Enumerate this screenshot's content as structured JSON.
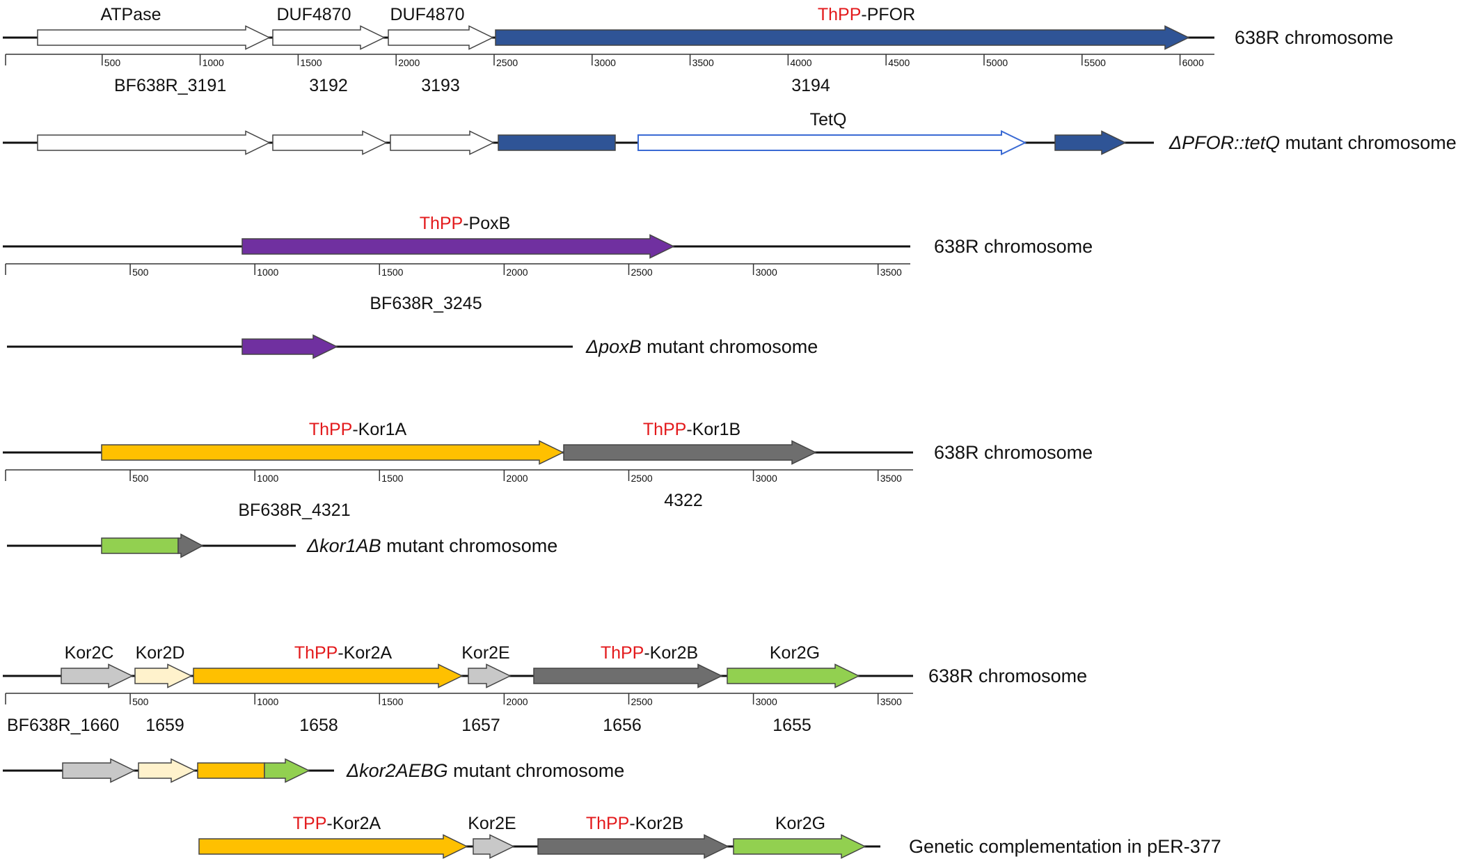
{
  "colors": {
    "backbone": "#111111",
    "outline": "#444444",
    "red_prefix": "#e31a1c",
    "white": "#ffffff",
    "navy": "#2f5496",
    "tetq_fill": "#ffffff",
    "tetq_stroke": "#3a6ad4",
    "purple": "#7030a0",
    "green_light": "#92d050",
    "orange": "#ffc000",
    "dark_gray": "#6e6e6e",
    "light_gray": "#c8c8c8",
    "cream": "#fff2cc"
  },
  "tracks": [
    {
      "id": "pfor-wt",
      "side_label": "638R chromosome",
      "genes": [
        {
          "id": "atpase",
          "label": "ATPase",
          "color": "white",
          "arrow": true
        },
        {
          "id": "duf4870-a",
          "label": "DUF4870",
          "color": "white",
          "arrow": true
        },
        {
          "id": "duf4870-b",
          "label": "DUF4870",
          "color": "white",
          "arrow": true
        },
        {
          "id": "pfor",
          "prefix": "ThPP",
          "label": "-PFOR",
          "color": "navy",
          "arrow": true
        }
      ],
      "ruler": {
        "ticks": [
          "500",
          "1000",
          "1500",
          "2000",
          "2500",
          "3000",
          "3500",
          "4000",
          "4500",
          "5000",
          "5500",
          "6000"
        ]
      },
      "locus_tags": [
        "BF638R_3191",
        "3192",
        "3193",
        "3194"
      ]
    },
    {
      "id": "pfor-mut",
      "side_label_italic": "ΔPFOR::tetQ",
      "side_label": " mutant chromosome",
      "genes": [
        {
          "id": "atpase-m",
          "color": "white",
          "arrow": true
        },
        {
          "id": "duf-m1",
          "color": "white",
          "arrow": true
        },
        {
          "id": "duf-m2",
          "color": "white",
          "arrow": true
        },
        {
          "id": "pfor-5p",
          "color": "navy",
          "arrow": false
        },
        {
          "id": "tetq",
          "label": "TetQ",
          "color": "tetq",
          "arrow": true
        },
        {
          "id": "pfor-3p",
          "color": "navy",
          "arrow": true
        }
      ]
    },
    {
      "id": "poxb-wt",
      "side_label": "638R chromosome",
      "genes": [
        {
          "id": "poxb",
          "prefix": "ThPP",
          "label": "-PoxB",
          "color": "purple",
          "arrow": true
        }
      ],
      "ruler": {
        "ticks": [
          "500",
          "1000",
          "1500",
          "2000",
          "2500",
          "3000",
          "3500"
        ]
      },
      "locus_tags": [
        "BF638R_3245"
      ]
    },
    {
      "id": "poxb-mut",
      "side_label_italic": "ΔpoxB",
      "side_label": " mutant  chromosome",
      "genes": [
        {
          "id": "poxb-m",
          "color": "purple",
          "arrow": true
        }
      ]
    },
    {
      "id": "kor1-wt",
      "side_label": "638R chromosome",
      "genes": [
        {
          "id": "kor1a",
          "prefix": "ThPP",
          "label": "-Kor1A",
          "color": "orange",
          "arrow": true
        },
        {
          "id": "kor1b",
          "prefix": "ThPP",
          "label": "-Kor1B",
          "color": "dark_gray",
          "arrow": true
        }
      ],
      "ruler": {
        "ticks": [
          "500",
          "1000",
          "1500",
          "2000",
          "2500",
          "3000",
          "3500"
        ]
      },
      "locus_tags": [
        "BF638R_4321",
        "4322"
      ]
    },
    {
      "id": "kor1-mut",
      "side_label_italic": "Δkor1AB",
      "side_label": " mutant chromosome",
      "genes": [
        {
          "id": "kor1-m-green",
          "color": "green_light",
          "arrow": false
        },
        {
          "id": "kor1-m-gray",
          "color": "dark_gray",
          "arrow": true
        }
      ]
    },
    {
      "id": "kor2-wt",
      "side_label": "638R chromosome",
      "genes": [
        {
          "id": "kor2c",
          "label": "Kor2C",
          "color": "light_gray",
          "arrow": true
        },
        {
          "id": "kor2d",
          "label": "Kor2D",
          "color": "cream",
          "arrow": true
        },
        {
          "id": "kor2a",
          "prefix": "ThPP",
          "label": "-Kor2A",
          "color": "orange",
          "arrow": true
        },
        {
          "id": "kor2e",
          "label": "Kor2E",
          "color": "light_gray",
          "arrow": true
        },
        {
          "id": "kor2b",
          "prefix": "ThPP",
          "label": "-Kor2B",
          "color": "dark_gray",
          "arrow": true
        },
        {
          "id": "kor2g",
          "label": "Kor2G",
          "color": "green_light",
          "arrow": true
        }
      ],
      "ruler": {
        "ticks": [
          "500",
          "1000",
          "1500",
          "2000",
          "2500",
          "3000",
          "3500"
        ]
      },
      "locus_tags": [
        "BF638R_1660",
        "1659",
        "1658",
        "1657",
        "1656",
        "1655"
      ]
    },
    {
      "id": "kor2-mut",
      "side_label_italic": "Δkor2AEBG",
      "side_label": " mutant chromosome",
      "genes": [
        {
          "id": "kor2c-m",
          "color": "light_gray",
          "arrow": true
        },
        {
          "id": "kor2d-m",
          "color": "cream",
          "arrow": true
        },
        {
          "id": "kor2a-m",
          "color": "orange",
          "arrow": false
        },
        {
          "id": "kor2g-m",
          "color": "green_light",
          "arrow": true
        }
      ]
    },
    {
      "id": "kor2-comp",
      "side_label": "Genetic complementation in pER-377",
      "genes": [
        {
          "id": "kor2a-c",
          "prefix": "TPP",
          "label": "-Kor2A",
          "color": "orange",
          "arrow": true
        },
        {
          "id": "kor2e-c",
          "label": "Kor2E",
          "color": "light_gray",
          "arrow": true
        },
        {
          "id": "kor2b-c",
          "prefix": "ThPP",
          "label": "-Kor2B",
          "color": "dark_gray",
          "arrow": true
        },
        {
          "id": "kor2g-c",
          "label": "Kor2G",
          "color": "green_light",
          "arrow": true
        }
      ]
    }
  ]
}
